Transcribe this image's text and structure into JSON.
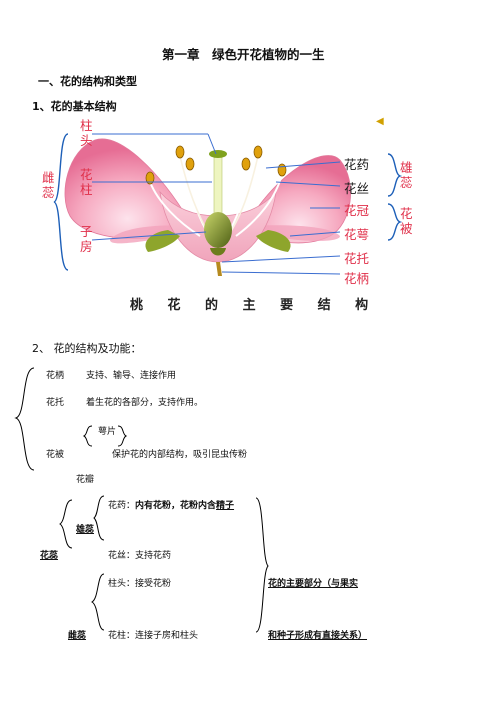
{
  "doc": {
    "title": "第一章　绿色开花植物的一生",
    "section1": "一、花的结构和类型",
    "sub1": "1、花的基本结构",
    "sub2": "2、  花的结构及功能："
  },
  "figure": {
    "caption": "桃 花 的 主 要 结 构",
    "left": {
      "zhutou": "柱\n头",
      "huazhu": "花\n柱",
      "zifang": "子\n房",
      "cirui": "雌\n蕊"
    },
    "right": {
      "huayao": "花药",
      "huasi": "花丝",
      "huaguan": "花冠",
      "huae": "花萼",
      "huatuo": "花托",
      "huabing": "花柄",
      "xiongrui": "雄\n蕊",
      "huabei": "花\n被"
    },
    "colors": {
      "red_label": "#e0304a",
      "bracket_blue": "#1d5fb8",
      "petal": "#f49ab4"
    }
  },
  "outline": {
    "huabing": "花柄",
    "huabing_fn": "支持、输导、连接作用",
    "huatuo": "花托",
    "huatuo_fn": "着生花的各部分，支持作用。",
    "epian": "萼片",
    "huabei": "花被",
    "huabei_fn": "保护花的内部结构，吸引昆虫传粉",
    "huaban": "花瓣",
    "huayao_line_a": "花药：",
    "huayao_line_b": "内有花粉，花粉内含",
    "huayao_line_c": "精子",
    "xiongrui": "雄蕊",
    "huarui": "花蕊",
    "huasi_line": "花丝：支持花药",
    "zhutou_line": "柱头：接受花粉",
    "cirui": "雌蕊",
    "huazhu_line": "花柱：连接子房和柱头",
    "main_part_1": "花的主要部分（与果实",
    "main_part_2": "和种子形成有直接关系）"
  }
}
